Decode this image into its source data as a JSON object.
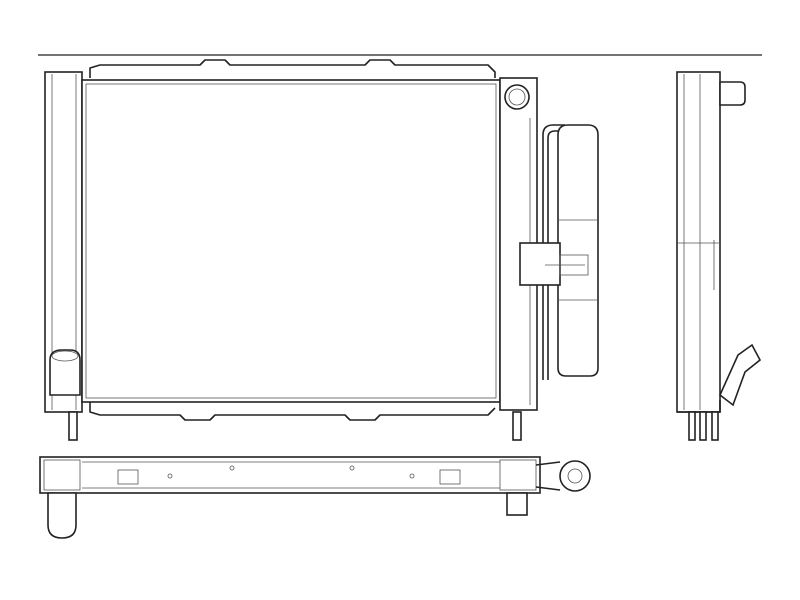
{
  "diagram": {
    "subject": "radiator-assembly-with-condenser",
    "line_color": "#222222",
    "background": "#ffffff",
    "views": [
      "front-view",
      "side-view",
      "bottom-view"
    ]
  }
}
